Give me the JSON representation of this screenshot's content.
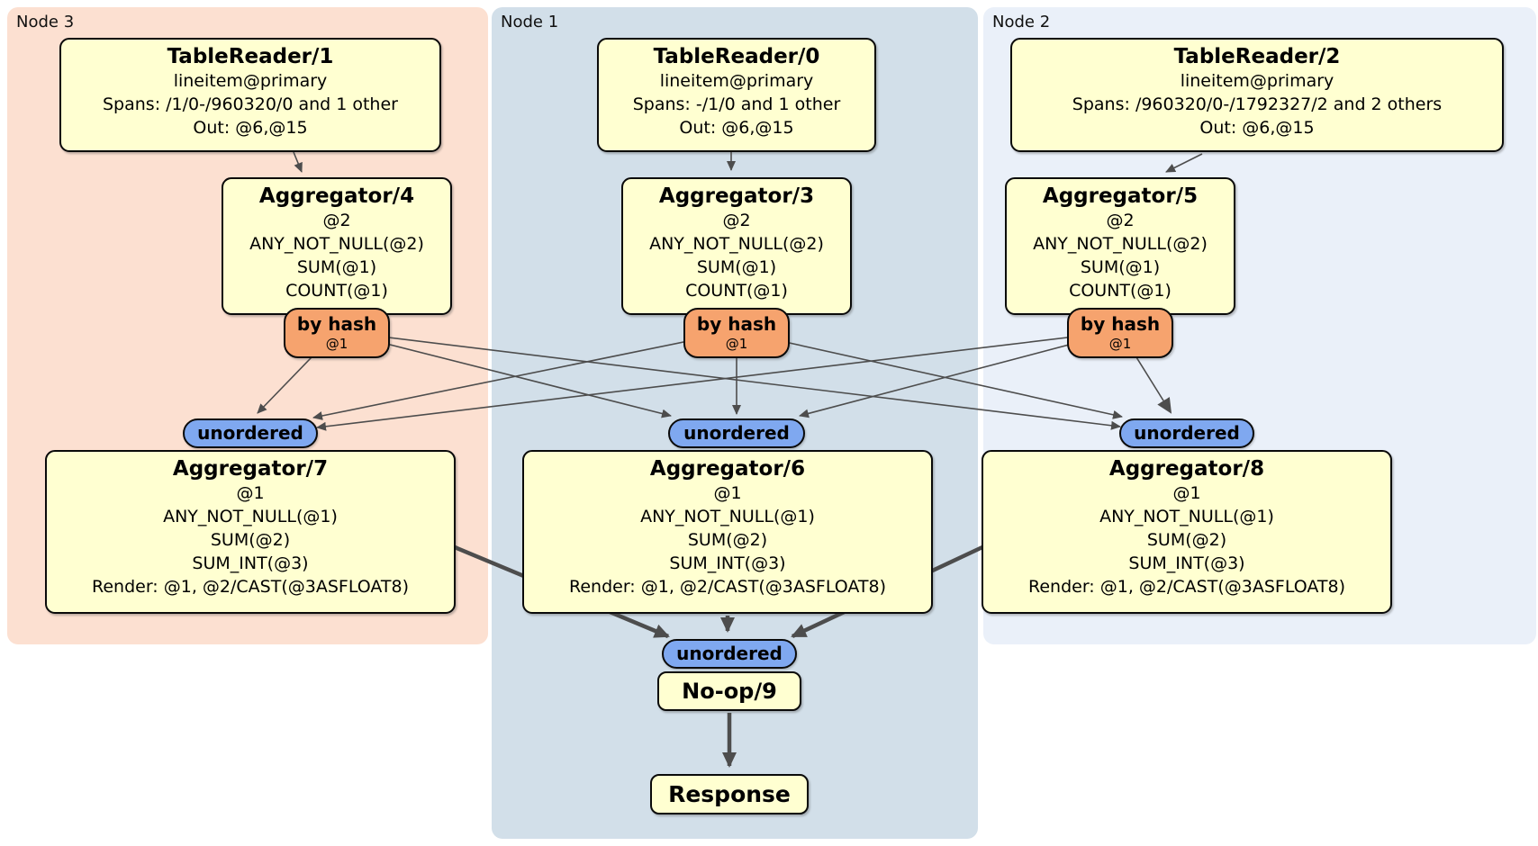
{
  "panels": [
    {
      "id": "node3",
      "label": "Node 3"
    },
    {
      "id": "node1",
      "label": "Node 1"
    },
    {
      "id": "node2",
      "label": "Node 2"
    }
  ],
  "processors": {
    "tablereader1": {
      "title": "TableReader/1",
      "lines": [
        "lineitem@primary",
        "Spans: /1/0-/960320/0 and 1 other",
        "Out: @6,@15"
      ]
    },
    "tablereader0": {
      "title": "TableReader/0",
      "lines": [
        "lineitem@primary",
        "Spans: -/1/0 and 1 other",
        "Out: @6,@15"
      ]
    },
    "tablereader2": {
      "title": "TableReader/2",
      "lines": [
        "lineitem@primary",
        "Spans: /960320/0-/1792327/2 and 2 others",
        "Out: @6,@15"
      ]
    },
    "aggregator4": {
      "title": "Aggregator/4",
      "lines": [
        "@2",
        "ANY_NOT_NULL(@2)",
        "SUM(@1)",
        "COUNT(@1)"
      ]
    },
    "aggregator3": {
      "title": "Aggregator/3",
      "lines": [
        "@2",
        "ANY_NOT_NULL(@2)",
        "SUM(@1)",
        "COUNT(@1)"
      ]
    },
    "aggregator5": {
      "title": "Aggregator/5",
      "lines": [
        "@2",
        "ANY_NOT_NULL(@2)",
        "SUM(@1)",
        "COUNT(@1)"
      ]
    },
    "aggregator7": {
      "title": "Aggregator/7",
      "lines": [
        "@1",
        "ANY_NOT_NULL(@1)",
        "SUM(@2)",
        "SUM_INT(@3)",
        "Render: @1, @2/CAST(@3ASFLOAT8)"
      ]
    },
    "aggregator6": {
      "title": "Aggregator/6",
      "lines": [
        "@1",
        "ANY_NOT_NULL(@1)",
        "SUM(@2)",
        "SUM_INT(@3)",
        "Render: @1, @2/CAST(@3ASFLOAT8)"
      ]
    },
    "aggregator8": {
      "title": "Aggregator/8",
      "lines": [
        "@1",
        "ANY_NOT_NULL(@1)",
        "SUM(@2)",
        "SUM_INT(@3)",
        "Render: @1, @2/CAST(@3ASFLOAT8)"
      ]
    },
    "noop9": {
      "title": "No-op/9"
    },
    "response": {
      "title": "Response"
    }
  },
  "routers": {
    "by_hash": {
      "label": "by hash",
      "sub": "@1"
    },
    "unordered": {
      "label": "unordered"
    }
  },
  "colors": {
    "node3_bg": "#fce0d1",
    "node1_bg": "#d2dfe9",
    "node2_bg": "#eaf0f9",
    "processor_bg": "#ffffd1",
    "by_hash_bg": "#f6a36e",
    "unordered_bg": "#7fa8f0",
    "border": "#0a0a0a",
    "edge": "#4d4d4d"
  }
}
